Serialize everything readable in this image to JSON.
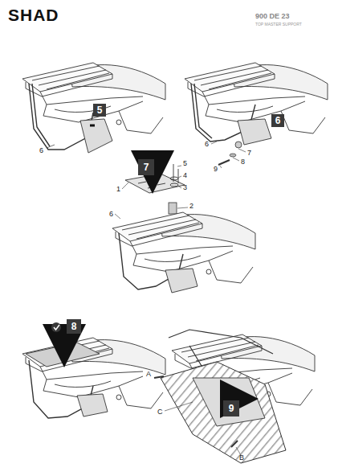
{
  "diagram": {
    "nodes": [
      {
        "text": [
          "5"
        ]
      },
      {
        "text": [
          "6"
        ]
      },
      {
        "text": [
          "7"
        ]
      },
      {
        "text": [
          "8"
        ]
      },
      {
        "text": [
          "9"
        ]
      }
    ],
    "labels": [
      "SHAD",
      "900 DE 23",
      "TOP MASTER SUPPORT",
      "6",
      "6",
      "7",
      "8",
      "9",
      "5",
      "4",
      "3",
      "1",
      "2",
      "6",
      "A",
      "C",
      "B"
    ]
  }
}
